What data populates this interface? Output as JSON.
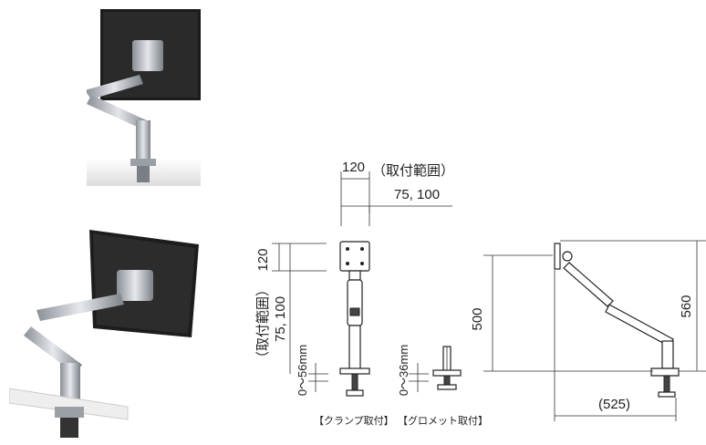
{
  "drawing": {
    "vesa_width": "120",
    "vesa_label": "（取付範囲）",
    "vesa_pattern": "75, 100",
    "vesa_height": "120",
    "vesa_label_vertical": "（取付範囲）",
    "vesa_pattern_vertical": "75, 100",
    "clamp_range": "0～56mm",
    "grommet_range": "0～36mm",
    "clamp_caption": "【クランプ取付】",
    "grommet_caption": "【グロメット取付】",
    "side_height": "500",
    "side_total_height": "560",
    "side_reach": "(525)"
  }
}
